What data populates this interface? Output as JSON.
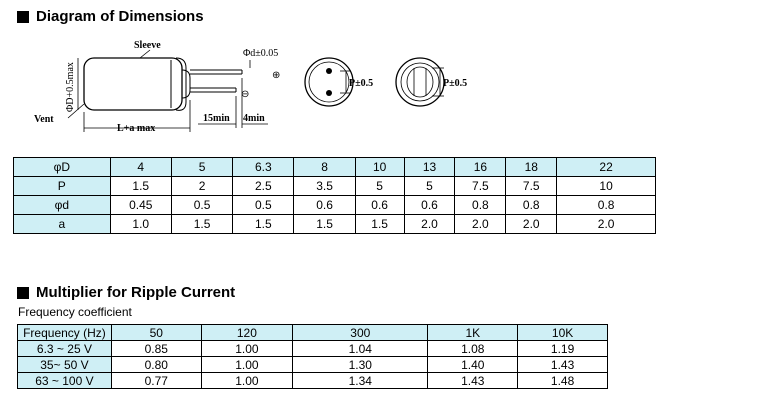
{
  "dimensions_section": {
    "title": "Diagram of Dimensions",
    "diagram": {
      "sleeve_label": "Sleeve",
      "vent_label": "Vent",
      "lead_dia_label": "Φd±0.05",
      "diameter_label": "ΦD+0.5max",
      "length_label": "L+a max",
      "lead_length_label": "15min",
      "lead_end_label": "4min",
      "plus_symbol": "⊕",
      "minus_symbol": "⊖",
      "pitch_label_1": "P±0.5",
      "pitch_label_2": "P±0.5"
    },
    "table": {
      "header": [
        "φD",
        "4",
        "5",
        "6.3",
        "8",
        "10",
        "13",
        "16",
        "18",
        "22"
      ],
      "rows": [
        [
          "P",
          "1.5",
          "2",
          "2.5",
          "3.5",
          "5",
          "5",
          "7.5",
          "7.5",
          "10"
        ],
        [
          "φd",
          "0.45",
          "0.5",
          "0.5",
          "0.6",
          "0.6",
          "0.6",
          "0.8",
          "0.8",
          "0.8"
        ],
        [
          "a",
          "1.0",
          "1.5",
          "1.5",
          "1.5",
          "1.5",
          "2.0",
          "2.0",
          "2.0",
          "2.0"
        ]
      ]
    }
  },
  "ripple_section": {
    "title": "Multiplier for Ripple Current",
    "subtitle": "Frequency coefficient",
    "table": {
      "header": [
        "Frequency (Hz)",
        "50",
        "120",
        "300",
        "1K",
        "10K"
      ],
      "rows": [
        [
          "6.3 ~ 25 V",
          "0.85",
          "1.00",
          "1.04",
          "1.08",
          "1.19"
        ],
        [
          "35~ 50 V",
          "0.80",
          "1.00",
          "1.30",
          "1.40",
          "1.43"
        ],
        [
          "63 ~ 100 V",
          "0.77",
          "1.00",
          "1.34",
          "1.43",
          "1.48"
        ]
      ]
    }
  },
  "colors": {
    "table_header_fill": "#cfeff5",
    "ink": "#000000"
  }
}
